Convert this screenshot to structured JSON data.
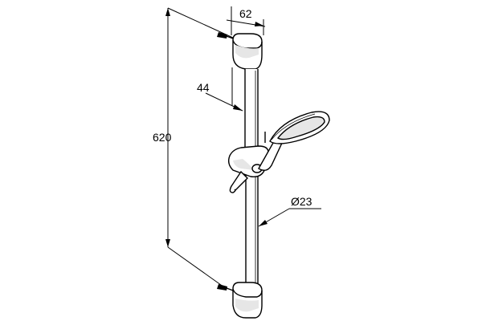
{
  "dimensions": {
    "overall_height": "620",
    "top_width": "62",
    "bracket_offset": "44",
    "rail_diameter": "Ø23"
  },
  "colors": {
    "line": "#000000",
    "fill": "#ffffff",
    "shade": "#e6e6e6"
  }
}
